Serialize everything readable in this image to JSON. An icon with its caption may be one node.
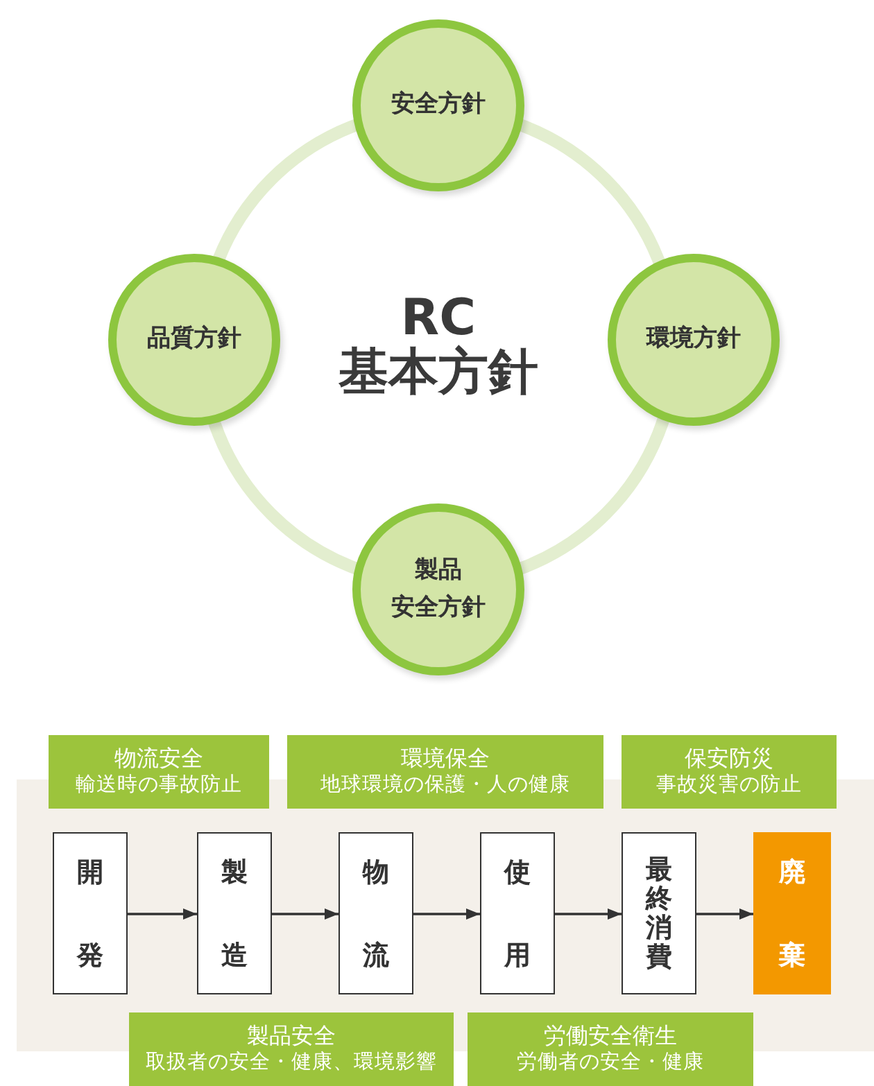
{
  "diagram": {
    "nodes": [
      {
        "text": [
          "RC",
          "基本方針"
        ]
      },
      {
        "text": [
          "安全方針"
        ]
      },
      {
        "text": [
          "品質方針"
        ]
      },
      {
        "text": [
          "環境方針"
        ]
      },
      {
        "text": [
          "製品安全方針"
        ]
      },
      {
        "text": [
          "物流安全",
          "輸送時の事故防止"
        ]
      },
      {
        "text": [
          "環境保全",
          "地球環境の保護・人の健康"
        ]
      },
      {
        "text": [
          "保安防災",
          "事故災害の防止"
        ]
      },
      {
        "text": [
          "開発"
        ]
      },
      {
        "text": [
          "製造"
        ]
      },
      {
        "text": [
          "物流"
        ]
      },
      {
        "text": [
          "使用"
        ]
      },
      {
        "text": [
          "最終消費"
        ]
      },
      {
        "text": [
          "廃棄"
        ]
      },
      {
        "text": [
          "製品安全",
          "取扱者の安全・健康、環境影響"
        ]
      },
      {
        "text": [
          "労働安全衛生",
          "労働者の安全・健康"
        ]
      }
    ],
    "edges": [
      {
        "from": 8,
        "to": 9,
        "arrow": "to"
      },
      {
        "from": 9,
        "to": 10,
        "arrow": "to"
      },
      {
        "from": 10,
        "to": 11,
        "arrow": "to"
      },
      {
        "from": 11,
        "to": 12,
        "arrow": "to"
      },
      {
        "from": 12,
        "to": 13,
        "arrow": "to"
      }
    ]
  }
}
